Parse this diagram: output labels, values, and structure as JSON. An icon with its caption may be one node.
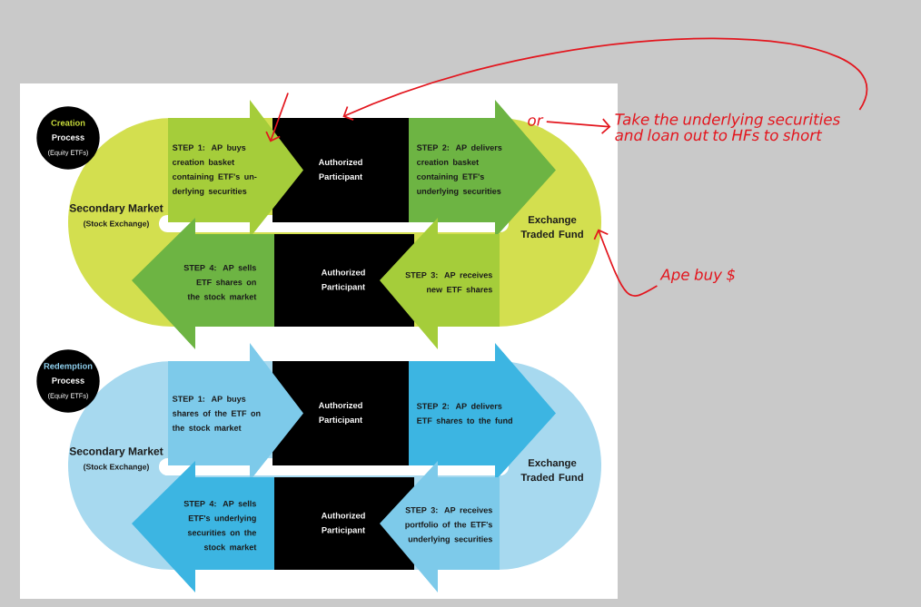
{
  "diagram": {
    "nodes": [
      {
        "text": [
          "Creation",
          "Process",
          "(Equity ETFs)"
        ]
      },
      {
        "text": [
          "Secondary Market",
          "(Stock Exchange)"
        ]
      },
      {
        "text": [
          "STEP 1: AP buys creation basket containing ETF's un-derlying securities"
        ]
      },
      {
        "text": [
          "Authorized Participant"
        ]
      },
      {
        "text": [
          "STEP 2: AP delivers creation basket containing ETF's underlying securities"
        ]
      },
      {
        "text": [
          "Exchange Traded Fund"
        ]
      },
      {
        "text": [
          "STEP 3: AP receives new ETF shares"
        ]
      },
      {
        "text": [
          "Authorized Participant"
        ]
      },
      {
        "text": [
          "STEP 4: AP sells ETF shares on the stock market"
        ]
      },
      {
        "text": [
          "Redemption",
          "Process",
          "(Equity ETFs)"
        ]
      },
      {
        "text": [
          "Secondary Market",
          "(Stock Exchange)"
        ]
      },
      {
        "text": [
          "STEP 1: AP buys shares of the ETF on the stock market"
        ]
      },
      {
        "text": [
          "Authorized Participant"
        ]
      },
      {
        "text": [
          "STEP 2: AP delivers ETF shares to the fund"
        ]
      },
      {
        "text": [
          "Exchange Traded Fund"
        ]
      },
      {
        "text": [
          "STEP 3: AP receives portfolio of the ETF's underlying securities"
        ]
      },
      {
        "text": [
          "Authorized Participant"
        ]
      },
      {
        "text": [
          "STEP 4: AP sells ETF's underlying securities on the stock market"
        ]
      },
      {
        "text": [
          "Take the underlying securities and loan out to HFs to short"
        ]
      },
      {
        "text": [
          "or"
        ]
      },
      {
        "text": [
          "Ape buy $"
        ]
      }
    ],
    "edges": [
      {
        "from": 18,
        "to": 3,
        "arrow": "to"
      },
      {
        "from": 19,
        "to": 18,
        "arrow": "to"
      },
      {
        "from": 20,
        "to": 5,
        "arrow": "to"
      },
      {
        "from": null,
        "to": 2,
        "arrow": "to"
      }
    ]
  }
}
